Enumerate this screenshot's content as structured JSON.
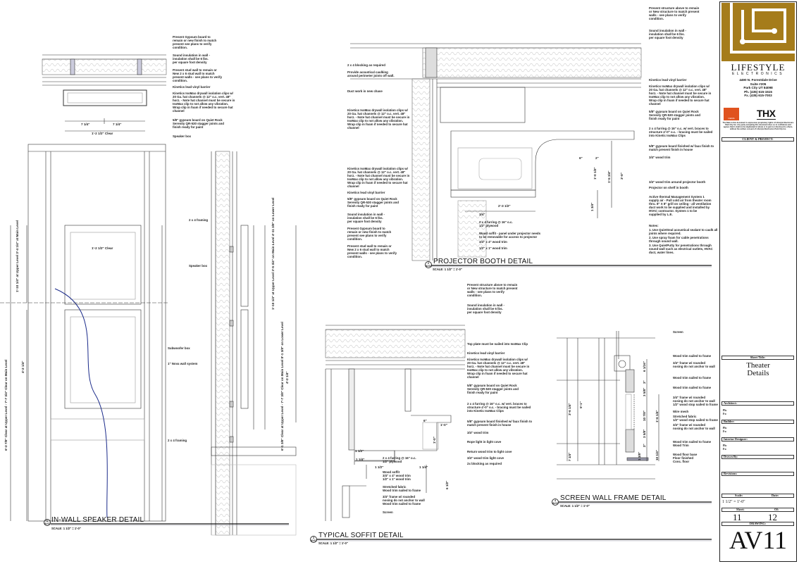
{
  "speaker_detail": {
    "title": "IN-WALL SPEAKER DETAIL",
    "scale": "SCALE: 1 1/2\" = 1'-0\"",
    "badge_num": "1",
    "badge_sheet": "AV11",
    "plan_labels": [
      "Present Gypsum board to\nremain or new finish to match\npresent see plans to verify\ncondition.",
      "Sound insulation in wall -\ninsulation shall be 6 lbs.\nper square foot density",
      "Present stud wall to remain or\nNew 2 x 6 stud wall to match\npresent walls - see plans to verify\ncondition.",
      "Kinetics lead vinyl barrier",
      "Kinetics IsoMax drywall isolation clips w/\n20 Ga. hat channels @ 12\" o.c. vert. 48\"\nhorz. - Note hat channel must be secure in\nIsoMax clip to not allow any vibration.\nWrap clip in foam if needed to secure hat\nchannel",
      "5/8\" gypsum board on Quiet Rock\nSerenity QR-530 stagger joints and\nfinish ready for paint",
      "Speaker box"
    ],
    "plan_dims": [
      "7 1/4\"",
      "7 1/4\"",
      "1'-2 1/2\" Clear"
    ],
    "elev_labels": [
      "2 x 4 framing",
      "Speaker box",
      "Subwoofer box",
      "1\" Nova wall system",
      "2 x 4 framing"
    ],
    "elev_dims": [
      "1'-2 1/2\" Clear",
      "6'-2 7/8\" Clear at Upper Level - 7'-7 3/4\" Clear on Main Level",
      "1'-10 1/4\" at Upper Level 3'-4 1/4\" at Main Level",
      "4'-2 1/4\"",
      "1'-10 1/4\" at Upper Level 3'-5 3/4\" on Main Level 4'-11 3/8\" on Lower Level",
      "6'-1 3/8\" Clear at Upper Level - 7'-7 3/8\" Clear on Main Level 8'-1 3/8\" on Lower Level",
      "4'-2 1/4\""
    ]
  },
  "projector_detail": {
    "title": "PROJECTOR BOOTH DETAIL",
    "scale": "SCALE: 1 1/2\" = 1'-0\"",
    "badge_num": "2",
    "badge_sheet": "AV11",
    "right_labels": [
      "Present structure above to remain\nor New structure to match present\nwalls - see plans to verify\ncondition.",
      "Sound insulation in wall -\ninsulation shall be 6 lbs.\nper square foot density",
      "Kinetics lead vinyl barrier",
      "Kinetics IsoMax drywall isolation clips w/\n20 Ga. hat channels @ 12\" o.c. vert. 48\"\nhorz. - Note hat channel must be secure in\nIsoMax clip to not allow any vibration.\nWrap clip in foam if needed to secure hat\nchannel",
      "5/8\" gypsum board on Quiet Rock\nSerenity QR-530 stagger joints and\nfinish ready for paint",
      "2 x 4 furring @ 16\" o.c. w/ vert. braces to\nstructure 4'-0\" o.c. - bracing must be nailed\ninto Kinetic IsoMax Clips",
      "5/8\" gypsum board finished w/ faux finish to\nmatch present finish in house",
      "3/4\" wood trim",
      "3/4\" wood trim around projector booth",
      "Projector on shelf in booth",
      "Active thermal Management System 1\nsupply air - Pull cold air from theater room\nthru. 8\" X 8\" grill on ceiling - all ventilation\nduct work to be supplied and installed by\nHVAC contractor. System 1 to be\nsupplied by L.E."
    ],
    "notes_title": "Notes:",
    "notes": [
      "1.  Use QuietSeal acoustical sealant to caulk all\n     joints where required.",
      "2.  Use spray foam for cable penetrations\n     through sound wall.",
      "3.  Use QuietPutty for penetrations through\n     sound wall such as electrical outlets, HVAC\n     duct, water lines."
    ],
    "left_labels": [
      "2 x 4 blocking as required",
      "Provide acoustical caulking\naround perimeter joints off wall.",
      "Duct work in new chase",
      "Kinetics IsoMax drywall isolation clips w/\n20 Ga. hat channels @ 12\" o.c. vert. 48\"\nhorz. - Note hat channel must be secure in\nIsoMax clip to not allow any vibration.\nWrap clip in foam if needed to secure hat\nchannel",
      "Kinetics IsoMax drywall isolation clips w/\n20 Ga. hat channels @ 12\" o.c. vert. 48\"\nhorz. - Note hat channel must be secure in\nIsoMax clip to not allow any vibration.\nWrap clip in foam if needed to secure hat\nchannel",
      "Kinetics lead vinyl barrier",
      "5/8\" gypsum board on Quiet Rock\nSerenity QR-530 stagger joints and\nfinish ready for paint",
      "Sound insulation in wall -\ninsulation shall be 6 lbs.\nper square foot density",
      "Present Gypsum board to\nremain or new finish to match\npresent see plans to verify\ncondition.",
      "Present stud wall to remain or\nNew 2 x 6 stud wall to match\npresent walls - see plans to verify\ncondition."
    ],
    "bottom_labels": [
      "2 x 4 furring @ 16\" o.c.\n1/2\" plywood",
      "Wood soffit - panel under projector needs\nto be removable for access to projector",
      "3/4\" x 4\" wood trim",
      "1/2\" x 1\" wood trim"
    ],
    "dims": [
      "2'-3 1/2\"",
      "1'-0 1/2\"",
      "1'-5 3/4\"",
      "3'-8\"",
      "1 3/4\"",
      "3/4\"",
      "6\"",
      "2\""
    ]
  },
  "soffit_detail": {
    "title": "TYPICAL SOFFIT DETAIL",
    "scale": "SCALE: 1 1/2\" = 1'-0\"",
    "badge_num": "3",
    "badge_sheet": "AV11",
    "right_labels": [
      "Present structure above to remain\nor New structure to match present\nwalls - see plans to verify\ncondition.",
      "Sound insulation in wall -\ninsulation shall be 6 lbs.\nper square foot density",
      "Top plate must be nailed into IsoMax Clip",
      "Kinetics lead vinyl barrier",
      "Kinetics IsoMax drywall isolation clips w/\n20 Ga. hat channels @ 12\" o.c. vert. 48\"\nhorz. - Note hat channel must be secure in\nIsoMax clip to not allow any vibration.\nWrap clip in foam if needed to secure hat\nchannel",
      "5/8\" gypsum board on Quiet Rock\nSerenity QR-530 stagger joints and\nfinish ready for paint",
      "2 x 4 furring @ 16\" o.c. w/ vert. braces to\nstructure 4'-0\" o.c. - bracing must be nailed\ninto Kinetic IsoMax Clips",
      "5/8\" gypsum board finished w/ faux finish to\nmatch present finish in house",
      "3/4\" wood trim",
      "Rope light in light cove",
      "Return wood trim to light cove",
      "3/4\" wood trim light cove",
      "2x blocking as required"
    ],
    "left_labels": [
      "2 x 4 furring @ 16\" o.c.\n1/2\" plywood",
      "Wood soffit\n3/4\" x 4\" wood trim\n1/2\" x 1\" wood trim",
      "Stretched fabric\nWood trim nailed to frame",
      "3/4\" frame w/ rounded\nnosing do not anchor to wall\nWood trim nailed to frame",
      "Screen"
    ],
    "dims": [
      "6\"",
      "1'-0\"",
      "1 1/4\"",
      "1 1/2\"",
      "6 1/2\"",
      "1 1/2\"",
      "1'-0\"",
      "1 1/4\""
    ]
  },
  "screen_detail": {
    "title": "SCREEN WALL FRAME DETAIL",
    "scale": "SCALE: 1 1/2\" = 1'-0\"",
    "badge_num": "4",
    "badge_sheet": "AV11",
    "labels": [
      "Screen",
      "Wood trim nailed to frame",
      "3/4\" frame w/ rounded\nnosing do not anchor to wall",
      "Wood trim nailed to frame",
      "Wood trim nailed to frame",
      "3/4\" frame w/ rounded\nnosing do not anchor to wall\n1/2\" wood stop nailed to frame",
      "Wire mesh",
      "Stretched fabric\n1/2\" wood stop nailed to frame",
      "3/4\" frame w/ rounded\nnosing do not anchor to wall",
      "Wood trim nailed to frame\nWood Trim",
      "Wood floor base\nFloor finished\nConc. floor"
    ],
    "dims": [
      "3'-6 1/4\"",
      "5'-1\"",
      "7 1/4\"",
      "6 1/16\"",
      "3\"",
      "3 5/8\"",
      "10 7/8\"",
      "1'-6 1/4\"",
      "3 5/8\"",
      "2\"",
      "1 3/8\"",
      "10 1/4\""
    ]
  },
  "title_block": {
    "company_name": "LIFESTYLE",
    "company_sub": "ELECTRONICS",
    "address": [
      "4490 N. Forestdale Drive",
      "Suite #205",
      "Park City UT 84098",
      "Ph. (435) 615-1515",
      "Fx. (435) 615-7003"
    ],
    "thx": "THX",
    "cedia": "CEDIA",
    "disclaimer": "The Data in this document is expressive proprietary rights of Lifestyle Electronics Park City Inc. Any party accepting this document does so in confidence and agrees that it shall not be duplicated in whole or in part nor disclosed to others, without the written consent of Lifestyle Electronics Park City Inc.",
    "client_header": "CLIENT & PROJECT:",
    "sheet_title_header": "Sheet Title:",
    "sheet_title": "Theater\nDetails",
    "architect_header": "Architect:",
    "builder_header": "Builder:",
    "designer_header": "Interior Designer:",
    "ph": "Ph:",
    "fx": "Fx:",
    "drawn_by_header": "Drawn By:",
    "revisions_header": "Revisions:",
    "scale_header": "Scale:",
    "date_header": "Date:",
    "scale": "1 1/2\" = 1'-0\"",
    "sheet_header": "Sheet:",
    "of_header": "Of:",
    "sheet": "11",
    "of": "12",
    "drawing_header": "DRAWING:",
    "drawing": "AV11",
    "colors": {
      "logo_gold": "#a57c1b",
      "curve_blue": "#1a2a8a"
    }
  }
}
